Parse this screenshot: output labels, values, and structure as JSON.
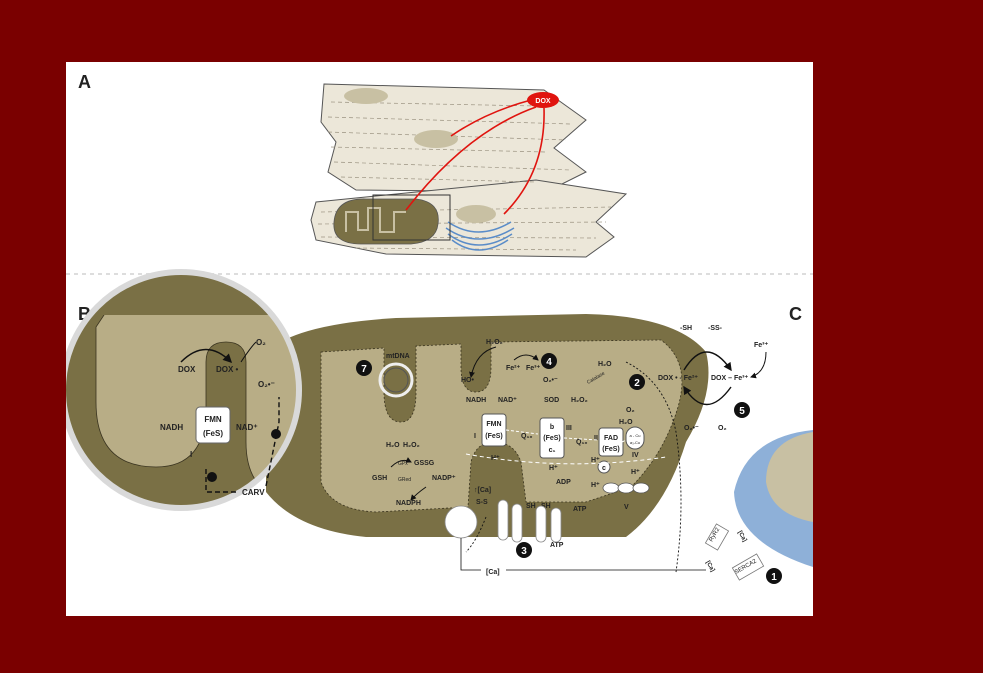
{
  "panels": {
    "a": "A",
    "b": "B",
    "c": "C"
  },
  "drug": "DOX",
  "mito": {
    "mtdna": "mtDNA",
    "seven": "7",
    "four": "4",
    "two": "2",
    "three": "3",
    "one": "1",
    "five": "5",
    "h2o2_top": "H₂O₂",
    "fe2": "Fe²⁺",
    "fe3": "Fe³⁺",
    "ho": "HO•",
    "o2rad": "O₂•⁻",
    "sod": "SOD",
    "h2o2_mid": "H₂O₂",
    "h2o_top": "H₂O",
    "catalase": "Catalase",
    "nadh": "NADH",
    "nad": "NAD⁺",
    "fmn": "FMN",
    "fes": "(FeS)",
    "complex1": "I",
    "q10a": "Q₁₀",
    "b": "b",
    "fes2": "(FeS)",
    "c1": "c₁",
    "complex3": "III",
    "q10b": "Q₁₀",
    "complex2": "II",
    "fad": "FAD",
    "fes3": "(FeS)",
    "o2": "O₂",
    "h2o_r": "H₂O",
    "a_cu": "a - Cu",
    "a3_cu": "a₃-Cu",
    "complex4": "IV",
    "cyt_c": "c",
    "hplus_1": "H⁺",
    "hplus_2": "H⁺",
    "hplus_3": "H⁺",
    "hplus_4": "H⁺",
    "h2o_l": "H₂O",
    "h2o2_l": "H₂O₂",
    "gpx": "GPx",
    "gsh": "GSH",
    "gssg": "GSSG",
    "gred": "GRed",
    "nadp": "NADP⁺",
    "nadph": "NADPH",
    "ca_up": "↑[Ca]",
    "ss": "S-S",
    "sh1": "SH",
    "sh2": "SH",
    "adp": "ADP",
    "atp": "ATP",
    "atp2": "ATP",
    "hplus_v": "H⁺",
    "complex5": "V",
    "ca_bottom": "[Ca]"
  },
  "zoom": {
    "o2": "O₂",
    "dox": "DOX",
    "dox_rad": "DOX •",
    "o2rad": "O₂•⁻",
    "fmn": "FMN",
    "fes": "(FeS)",
    "nadh": "NADH",
    "nad": "NAD⁺",
    "one": "I",
    "carv": "CARV"
  },
  "panel_c": {
    "sh": "-SH",
    "ss": "-SS-",
    "fe3": "Fe³⁺",
    "dox_fe2": "DOX • - Fe²⁺",
    "dox_fe3": "DOX – Fe³⁺",
    "o2rad": "O₂•⁻",
    "o2": "O₂"
  },
  "sr": {
    "ryr2": "RyR2",
    "serca2": "SERCA2",
    "ca1": "[Ca]",
    "ca2": "[Ca]"
  },
  "colors": {
    "bg": "#7a0000",
    "mito": "#7a7045",
    "cell": "#ece7d9",
    "dox": "#e0140f",
    "sr": "#8eb0d8"
  }
}
